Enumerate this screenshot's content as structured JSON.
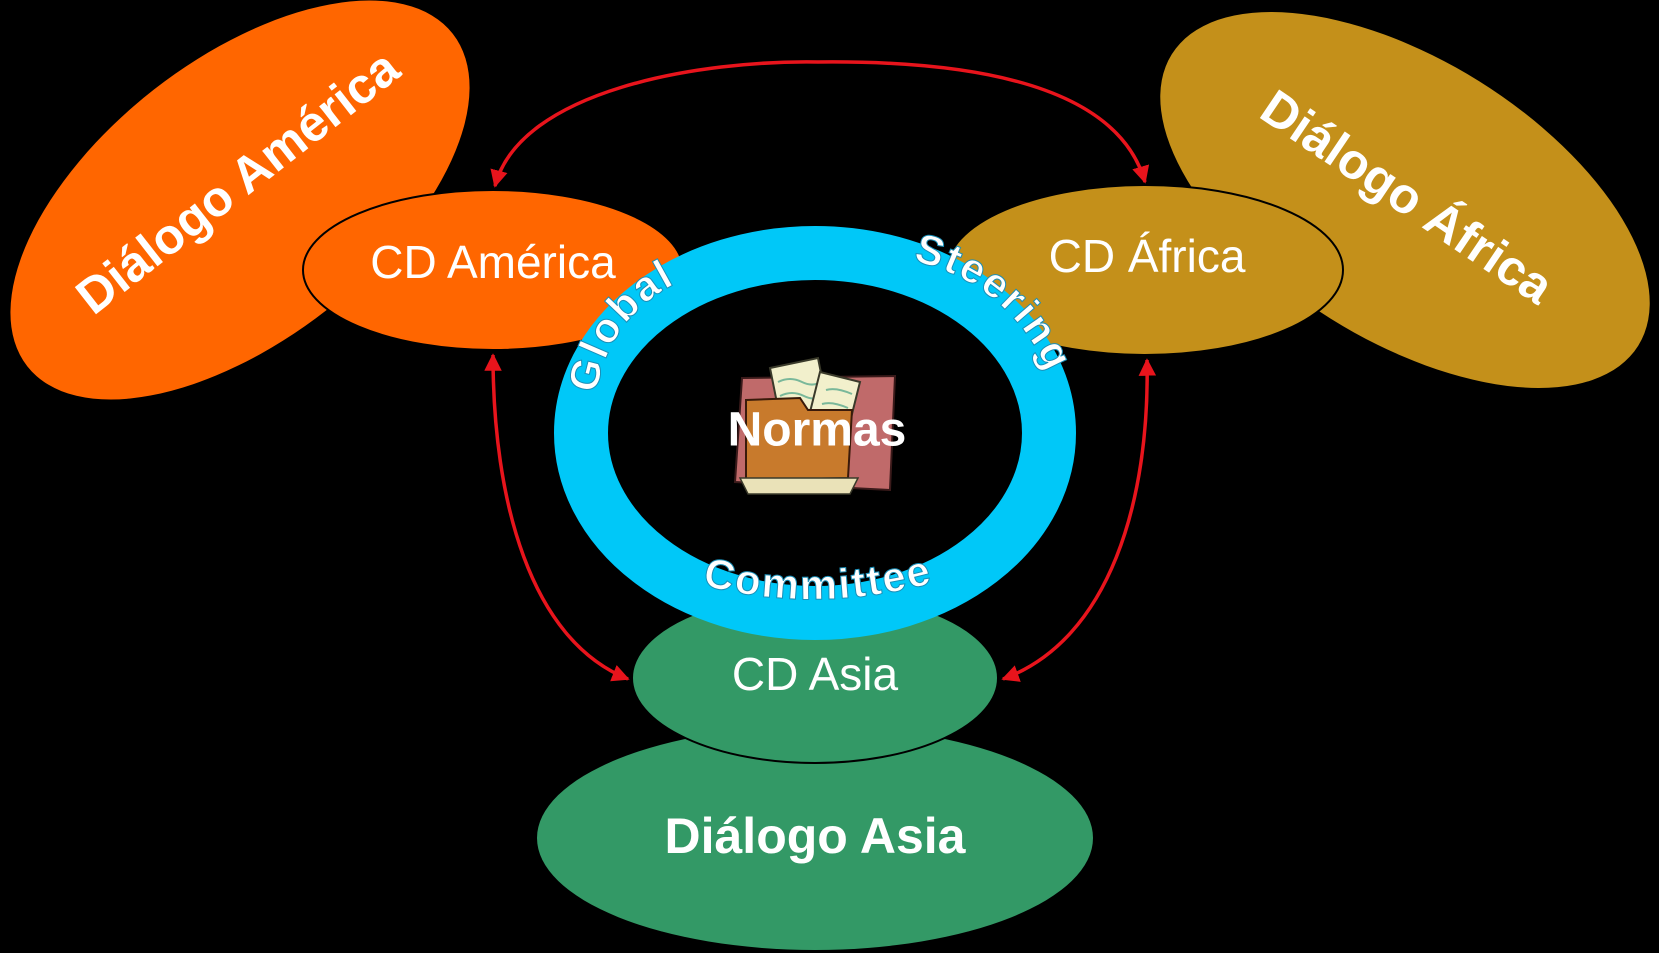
{
  "dialogs": {
    "america": "Diálogo América",
    "africa": "Diálogo África",
    "asia": "Diálogo Asia"
  },
  "committees": {
    "america": "CD América",
    "africa": "CD África",
    "asia": "CD Asia"
  },
  "ring": {
    "word_left": "Global",
    "word_right": "Steering",
    "word_bottom": "Committee"
  },
  "center": {
    "label": "Normas",
    "icon": "folder-documents-icon"
  },
  "colors": {
    "background": "#000000",
    "america": "#ff6600",
    "africa": "#c4901a",
    "asia": "#339966",
    "ring": "#00c8f8",
    "arrows": "#e8141c"
  }
}
